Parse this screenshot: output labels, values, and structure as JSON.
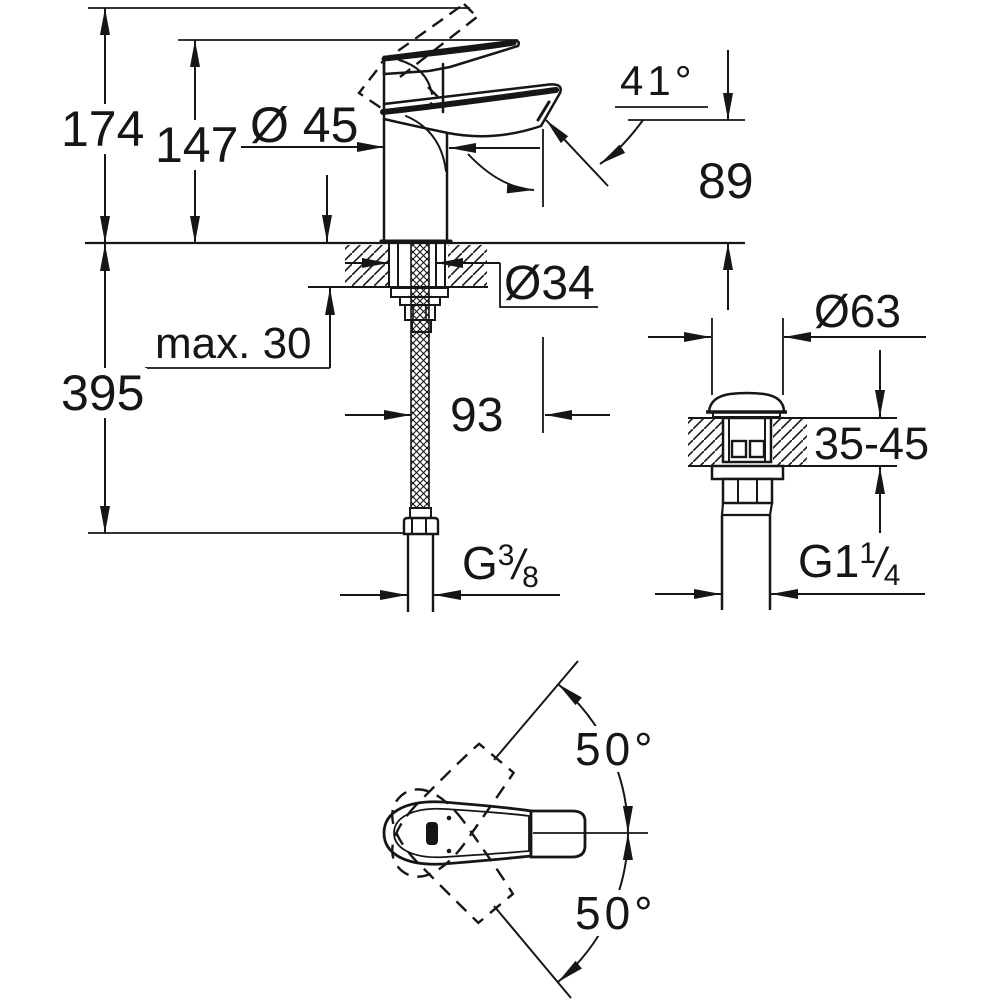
{
  "labels": {
    "overall_height": "174",
    "height_to_handle": "147",
    "body_diameter": "Ø 45",
    "spout_angle": "41°",
    "spout_outlet_height": "89",
    "mounting_hole_diameter": "Ø34",
    "max_deck_thickness": "max. 30",
    "height_below_deck": "395",
    "spout_reach": "93",
    "waste_cap_diameter": "Ø63",
    "basin_deck_thickness": "35-45",
    "swivel_angle_upper": "50°",
    "swivel_angle_lower": "50°",
    "supply_thread": {
      "base": "G",
      "num": "3",
      "slash": "/",
      "den": "8"
    },
    "waste_thread": {
      "base": "G1",
      "num": "1",
      "slash": "/",
      "den": "4"
    }
  },
  "line_color": "#161616"
}
